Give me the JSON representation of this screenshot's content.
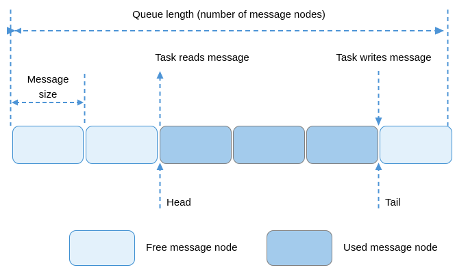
{
  "diagram": {
    "title": "Queue length (number of message nodes)",
    "labels": {
      "message_size_line1": "Message",
      "message_size_line2": "size",
      "task_reads": "Task reads message",
      "task_writes": "Task writes message",
      "head": "Head",
      "tail": "Tail"
    },
    "legend": [
      {
        "label": "Free message node",
        "state": "free"
      },
      {
        "label": "Used message node",
        "state": "used"
      }
    ],
    "nodes": [
      {
        "index": 0,
        "state": "free"
      },
      {
        "index": 1,
        "state": "free"
      },
      {
        "index": 2,
        "state": "used"
      },
      {
        "index": 3,
        "state": "used"
      },
      {
        "index": 4,
        "state": "used"
      },
      {
        "index": 5,
        "state": "free"
      }
    ],
    "colors": {
      "free_fill": "#e3f1fb",
      "free_stroke": "#3d8fd1",
      "used_fill": "#a3cbec",
      "used_stroke": "#7f7f7f",
      "guide_line": "#4d94d6",
      "arrow": "#4d94d6",
      "text": "#000000",
      "background": "#ffffff"
    }
  }
}
